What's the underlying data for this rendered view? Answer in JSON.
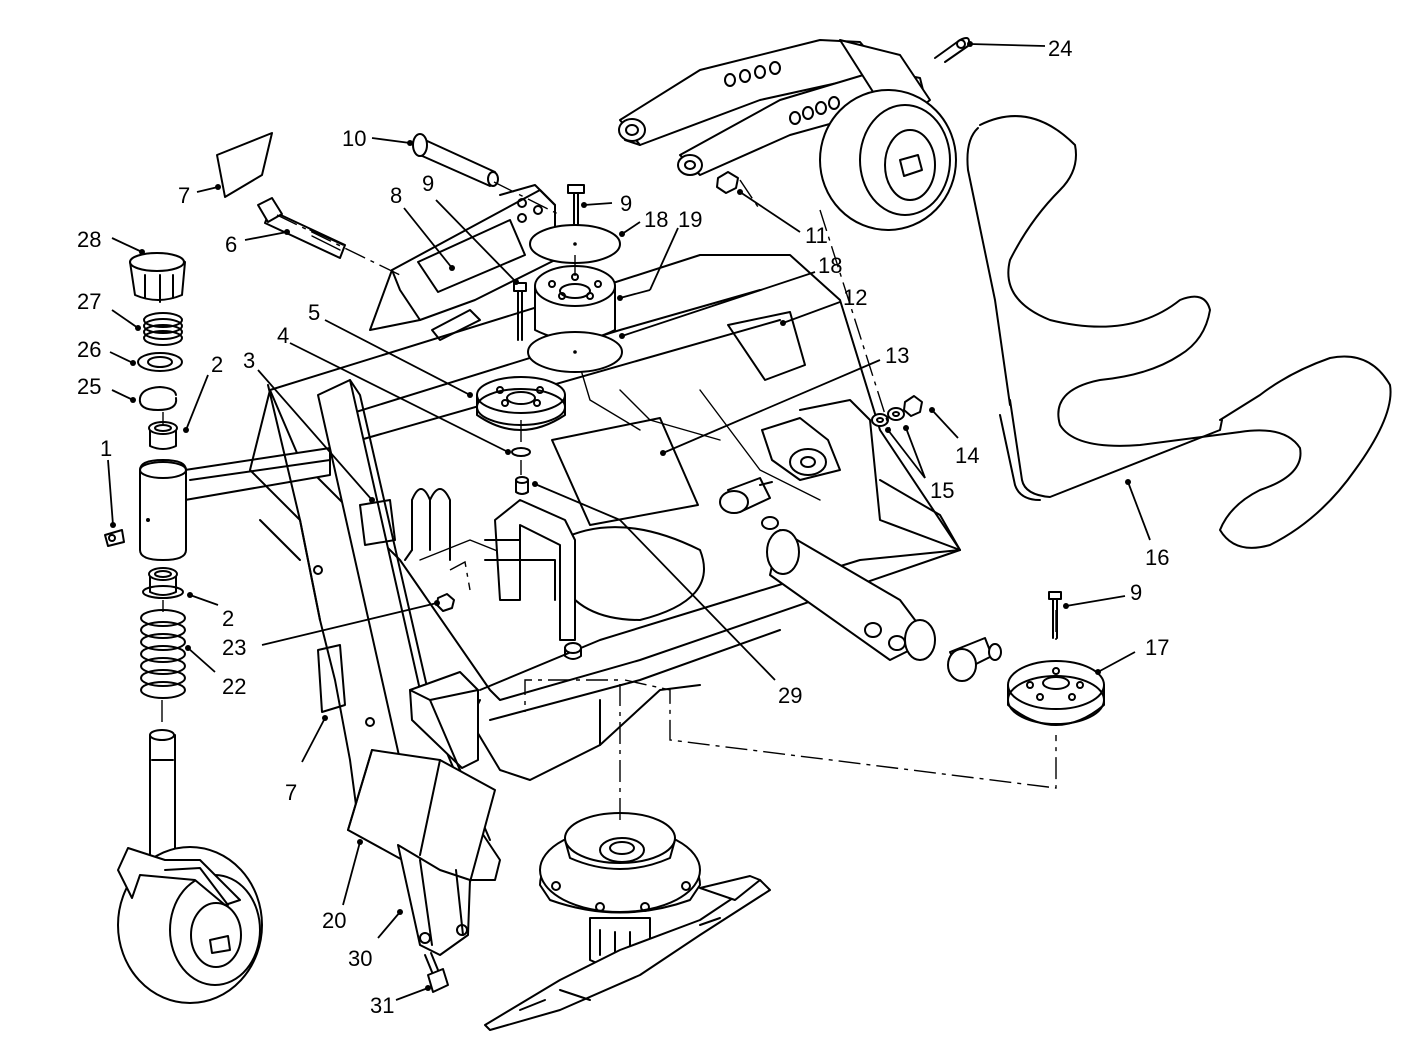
{
  "callouts": {
    "c1": "1",
    "c2a": "2",
    "c2b": "2",
    "c3": "3",
    "c4": "4",
    "c5": "5",
    "c6": "6",
    "c7a": "7",
    "c7b": "7",
    "c8": "8",
    "c9a": "9",
    "c9b": "9",
    "c9c": "9",
    "c10": "10",
    "c11": "11",
    "c12": "12",
    "c13": "13",
    "c14": "14",
    "c15": "15",
    "c16": "16",
    "c17": "17",
    "c18a": "18",
    "c18b": "18",
    "c19": "19",
    "c20": "20",
    "c22": "22",
    "c23": "23",
    "c24": "24",
    "c25": "25",
    "c26": "26",
    "c27": "27",
    "c28": "28",
    "c29": "29",
    "c30": "30",
    "c31": "31"
  }
}
